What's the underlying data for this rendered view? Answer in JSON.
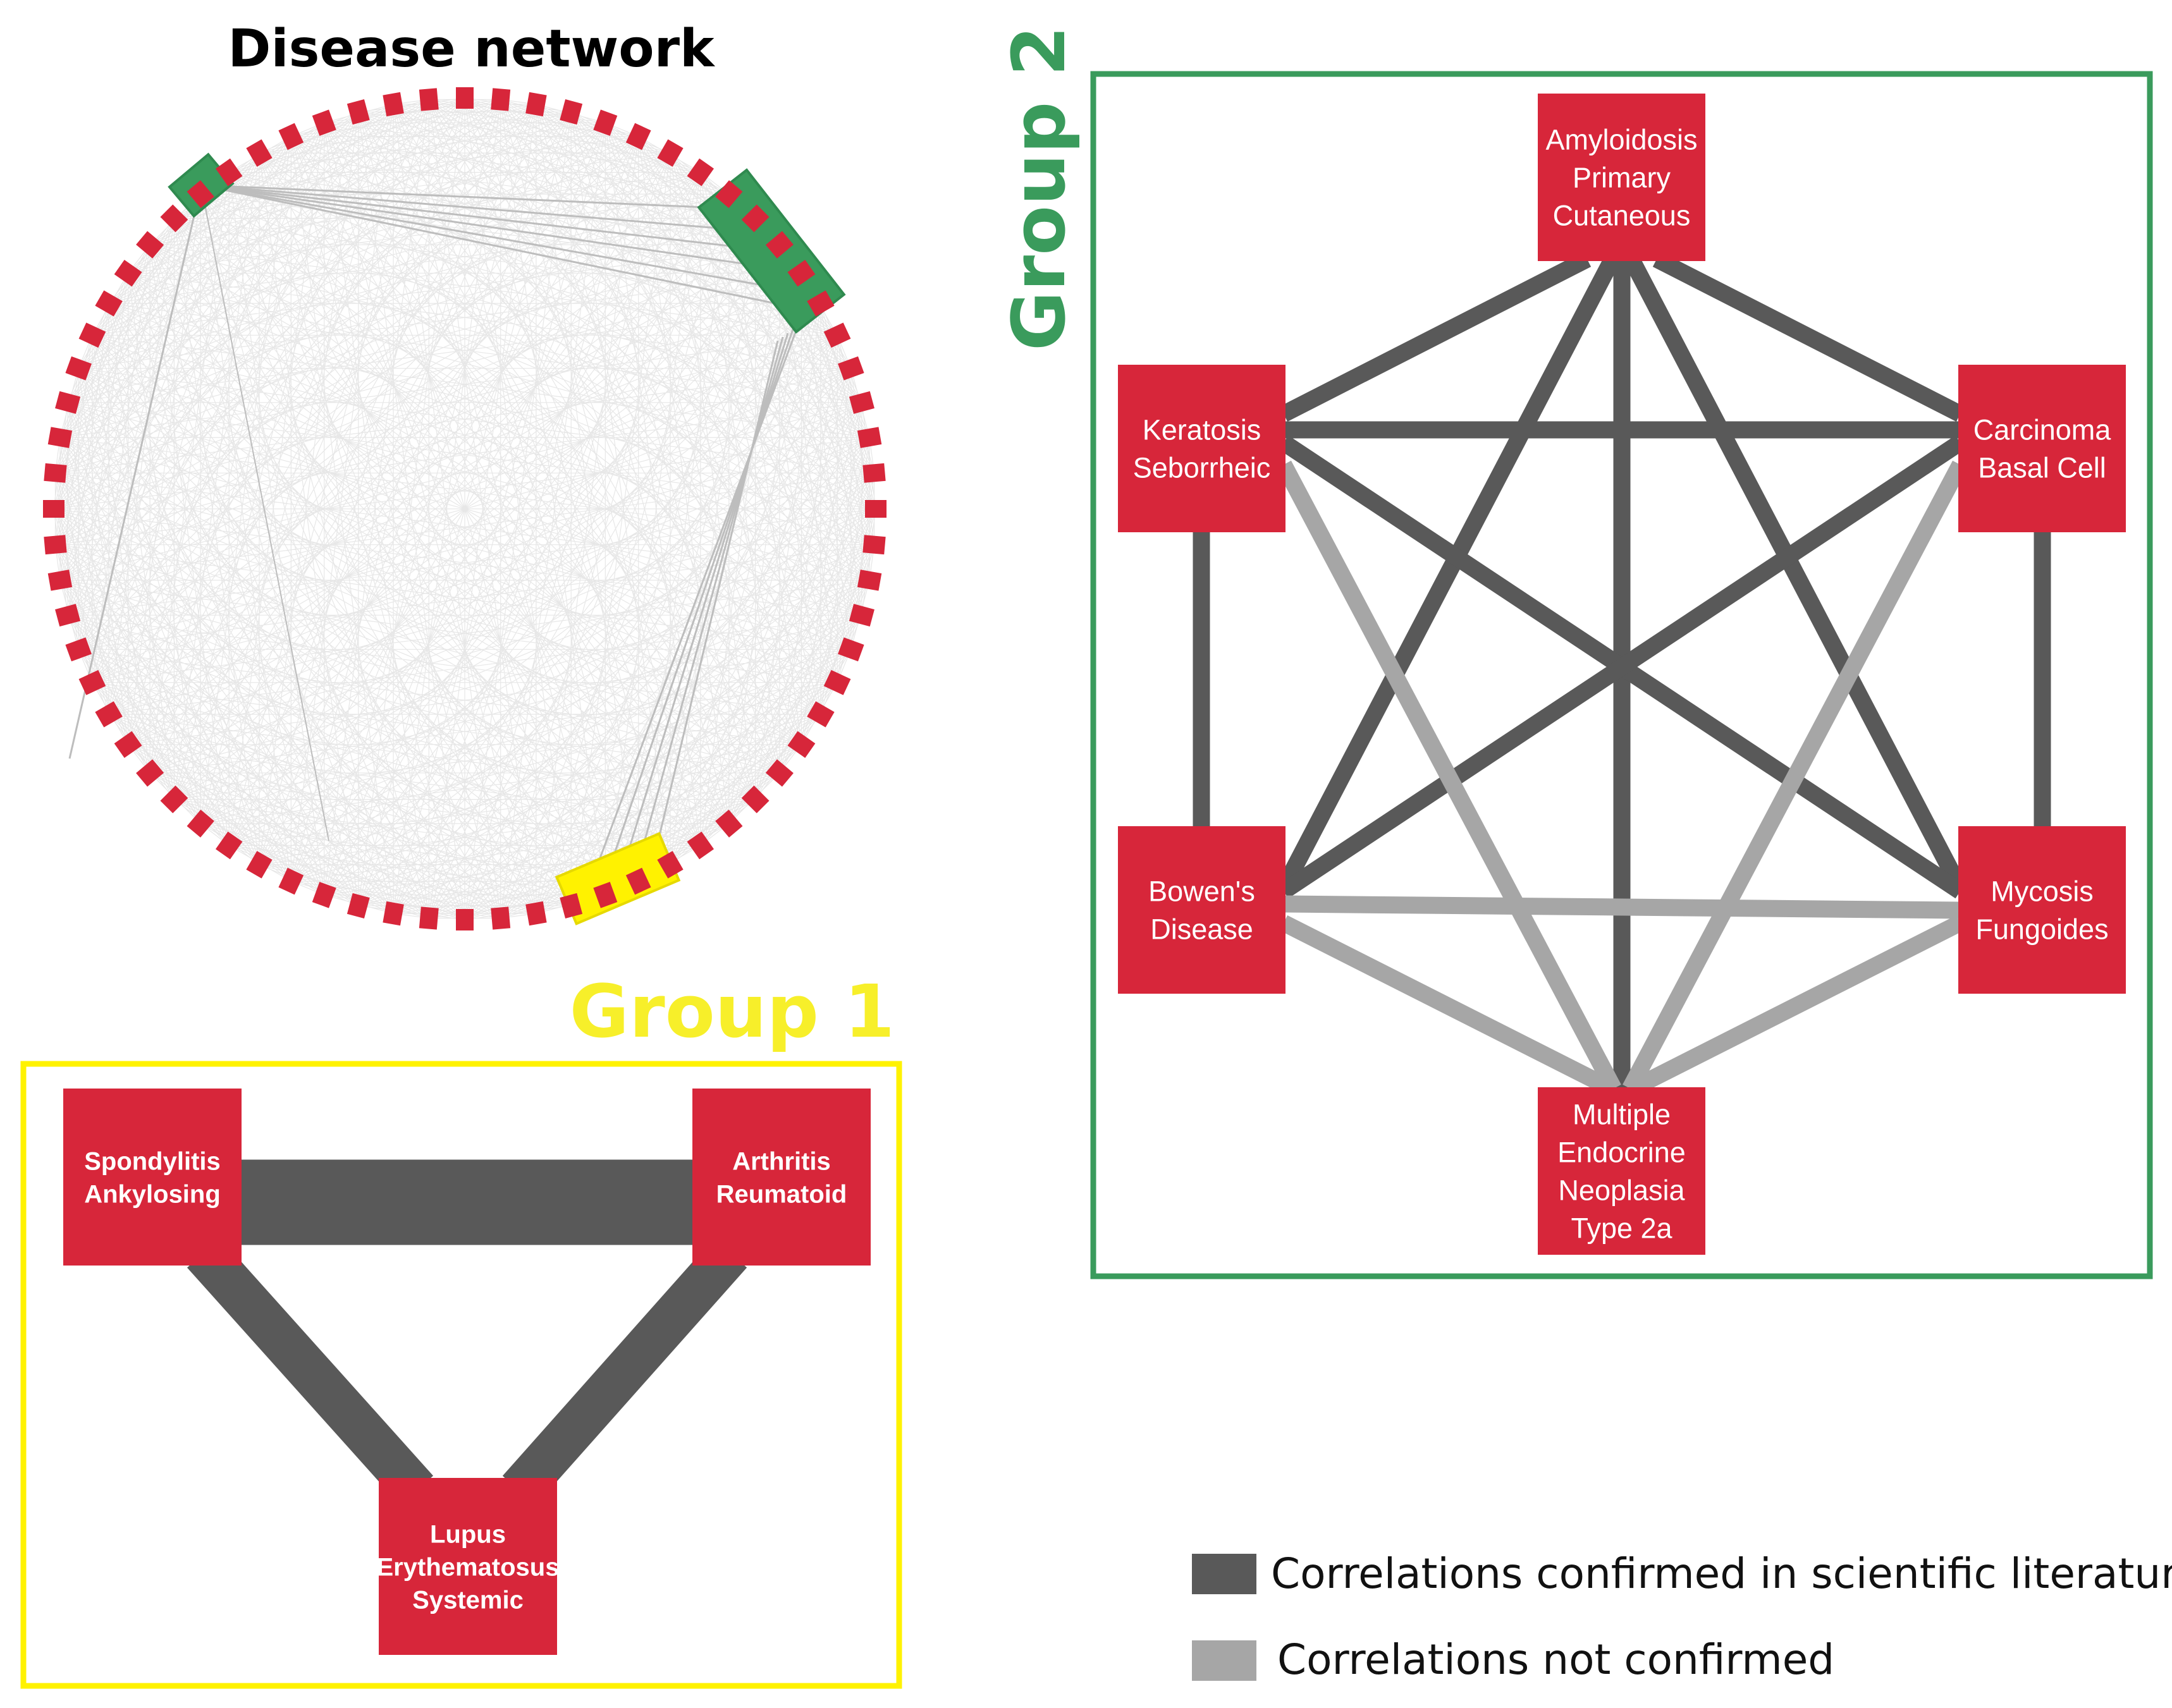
{
  "colors": {
    "node": "#d7263a",
    "node_text": "#ffffff",
    "confirmed": "#595959",
    "not_confirmed": "#a6a6a6",
    "group1": "#fff200",
    "group2": "#3a9b5c",
    "group1_label": "#f7ef2a",
    "faint_edge": "#d4d4d4",
    "highlight_edge": "#bdbdbd"
  },
  "overview": {
    "title": "Disease network",
    "node_count": 72
  },
  "group1": {
    "label": "Group 1",
    "nodes": [
      {
        "id": "spondylitis",
        "lines": [
          "Spondylitis",
          "Ankylosing"
        ]
      },
      {
        "id": "arthritis",
        "lines": [
          "Arthritis",
          "Reumatoid"
        ]
      },
      {
        "id": "lupus",
        "lines": [
          "Lupus",
          "Erythematosus",
          "Systemic"
        ]
      }
    ],
    "edges": [
      {
        "from": "spondylitis",
        "to": "arthritis",
        "status": "confirmed"
      },
      {
        "from": "spondylitis",
        "to": "lupus",
        "status": "confirmed"
      },
      {
        "from": "arthritis",
        "to": "lupus",
        "status": "confirmed"
      }
    ]
  },
  "group2": {
    "label": "Group 2",
    "nodes": [
      {
        "id": "amyloidosis",
        "lines": [
          "Amyloidosis",
          "Primary",
          "Cutaneous"
        ]
      },
      {
        "id": "keratosis",
        "lines": [
          "Keratosis",
          "Seborrheic"
        ]
      },
      {
        "id": "carcinoma",
        "lines": [
          "Carcinoma",
          "Basal Cell"
        ]
      },
      {
        "id": "bowens",
        "lines": [
          "Bowen's",
          "Disease"
        ]
      },
      {
        "id": "mycosis",
        "lines": [
          "Mycosis",
          "Fungoides"
        ]
      },
      {
        "id": "men2a",
        "lines": [
          "Multiple",
          "Endocrine",
          "Neoplasia",
          "Type 2a"
        ]
      }
    ],
    "edges": [
      {
        "from": "amyloidosis",
        "to": "keratosis",
        "status": "confirmed"
      },
      {
        "from": "amyloidosis",
        "to": "carcinoma",
        "status": "confirmed"
      },
      {
        "from": "amyloidosis",
        "to": "bowens",
        "status": "confirmed"
      },
      {
        "from": "amyloidosis",
        "to": "mycosis",
        "status": "confirmed"
      },
      {
        "from": "amyloidosis",
        "to": "men2a",
        "status": "confirmed"
      },
      {
        "from": "keratosis",
        "to": "carcinoma",
        "status": "confirmed"
      },
      {
        "from": "keratosis",
        "to": "bowens",
        "status": "confirmed"
      },
      {
        "from": "keratosis",
        "to": "mycosis",
        "status": "confirmed"
      },
      {
        "from": "keratosis",
        "to": "men2a",
        "status": "not_confirmed"
      },
      {
        "from": "carcinoma",
        "to": "bowens",
        "status": "confirmed"
      },
      {
        "from": "carcinoma",
        "to": "mycosis",
        "status": "confirmed"
      },
      {
        "from": "carcinoma",
        "to": "men2a",
        "status": "not_confirmed"
      },
      {
        "from": "bowens",
        "to": "mycosis",
        "status": "not_confirmed"
      },
      {
        "from": "bowens",
        "to": "men2a",
        "status": "not_confirmed"
      },
      {
        "from": "mycosis",
        "to": "men2a",
        "status": "not_confirmed"
      }
    ]
  },
  "legend": [
    {
      "status": "confirmed",
      "label": "Correlations confirmed in scientific literature"
    },
    {
      "status": "not_confirmed",
      "label": "Correlations not confirmed"
    }
  ]
}
